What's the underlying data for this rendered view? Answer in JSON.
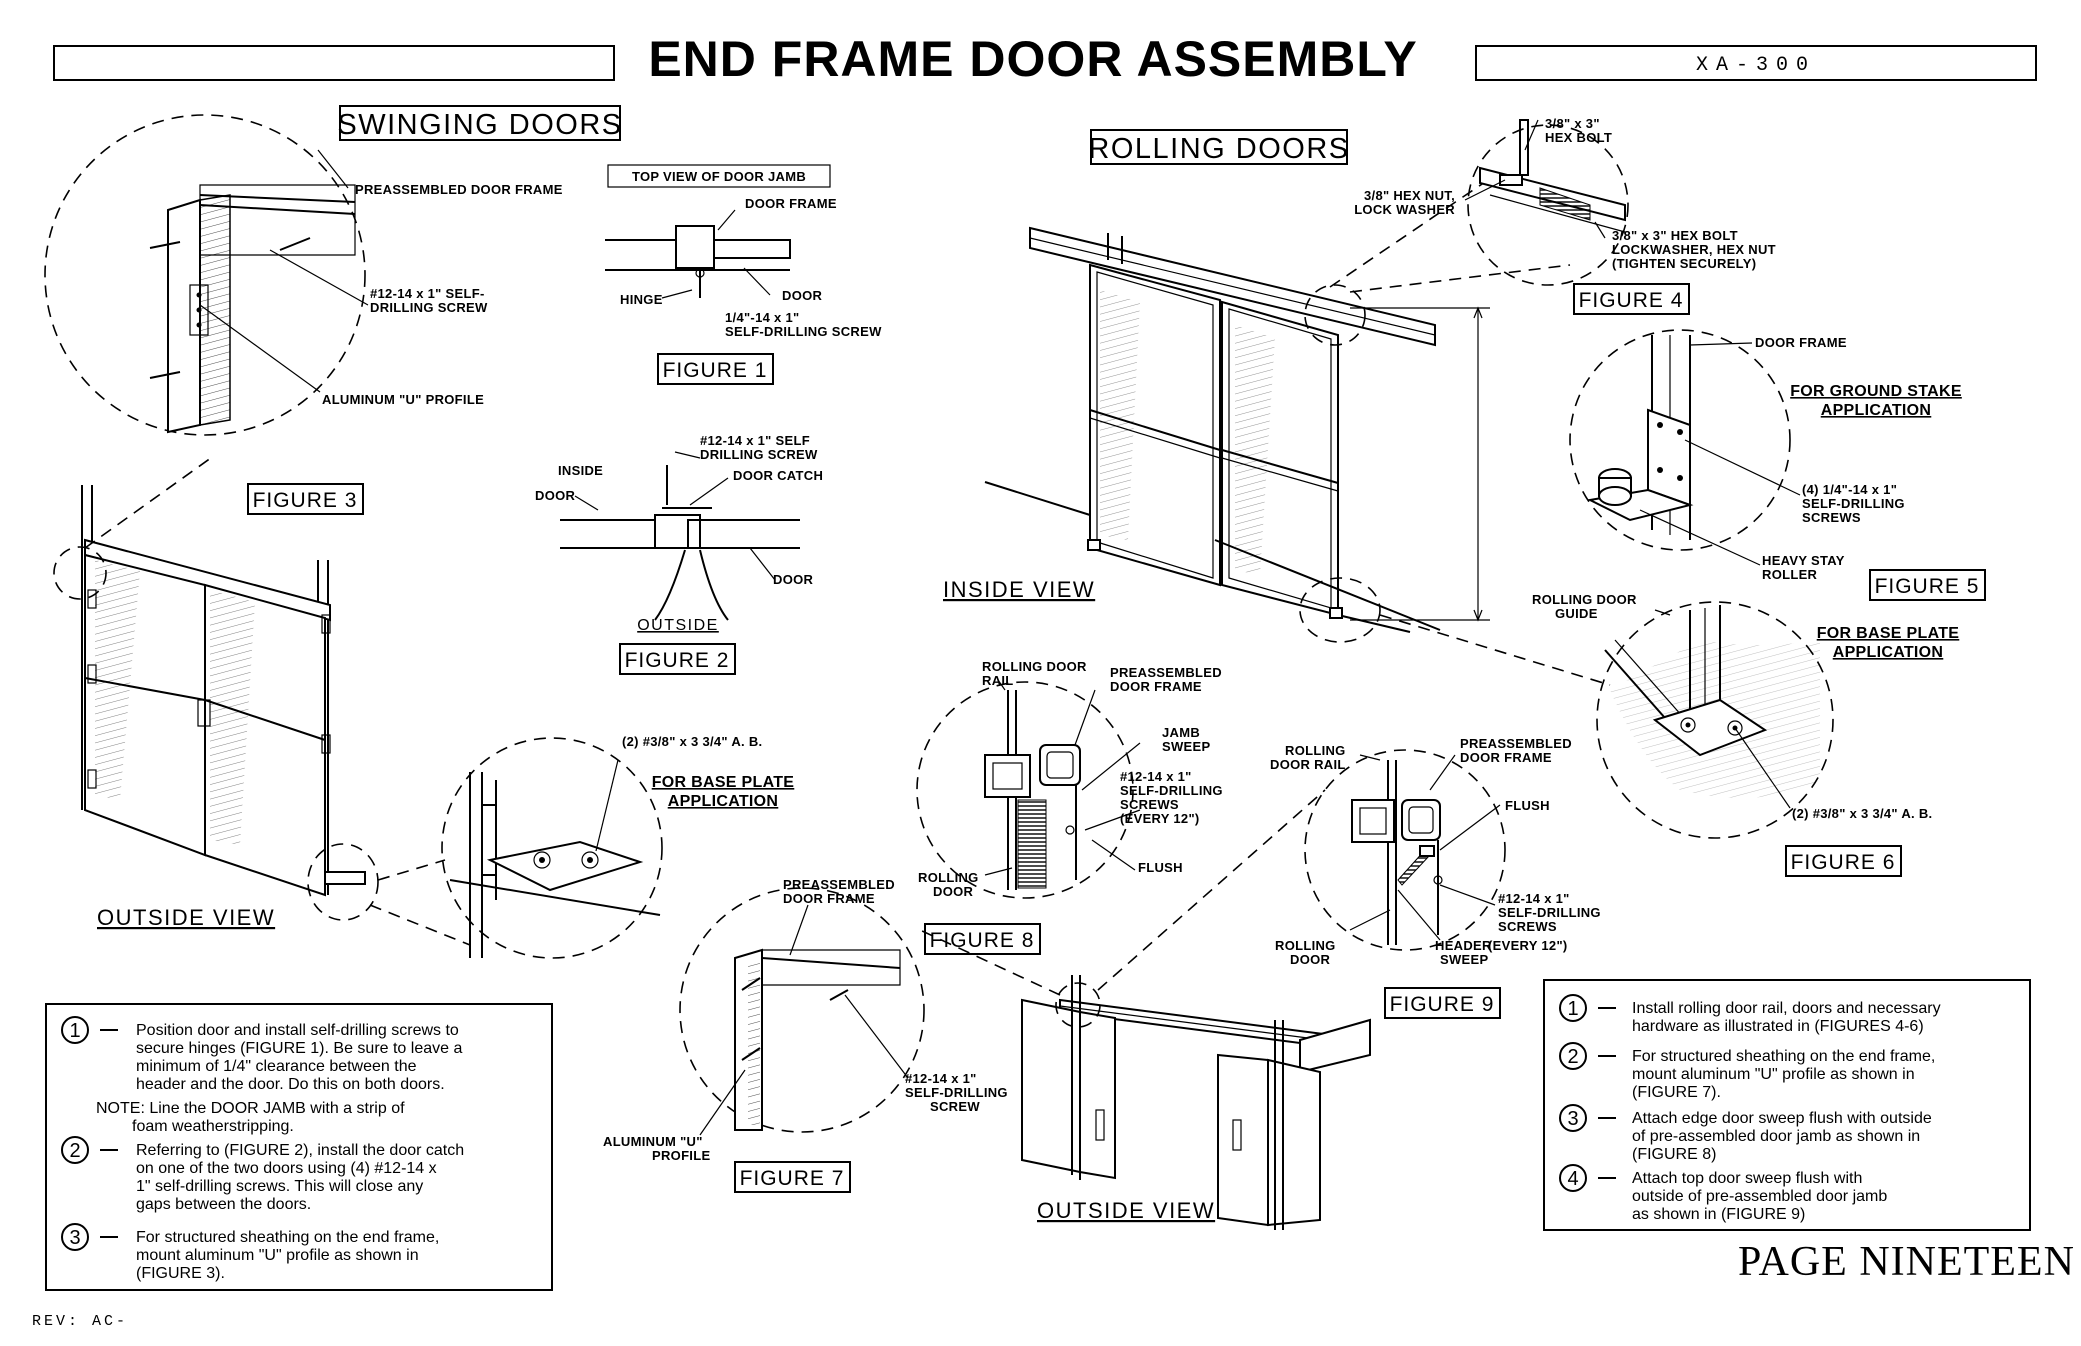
{
  "header": {
    "title": "END FRAME DOOR ASSEMBLY",
    "drawing_number": "XA-300"
  },
  "swinging": {
    "heading": "SWINGING DOORS",
    "fig3_detail": {
      "preassembled_frame": "PREASSEMBLED DOOR FRAME",
      "screw_line1": "#12-14 x 1\" SELF-",
      "screw_line2": "DRILLING SCREW",
      "u_profile": "ALUMINUM \"U\" PROFILE"
    },
    "fig1": {
      "title": "TOP VIEW OF DOOR JAMB",
      "door_frame": "DOOR FRAME",
      "hinge": "HINGE",
      "door": "DOOR",
      "screw_line1": "1/4\"-14 x 1\"",
      "screw_line2": "SELF-DRILLING SCREW",
      "label": "FIGURE 1"
    },
    "fig2": {
      "screw_line1": "#12-14 x 1\" SELF",
      "screw_line2": "DRILLING SCREW",
      "inside": "INSIDE",
      "door_catch": "DOOR CATCH",
      "door_left": "DOOR",
      "door_right": "DOOR",
      "outside": "OUTSIDE",
      "label": "FIGURE 2"
    },
    "fig3_label": "FIGURE 3",
    "outside_view": "OUTSIDE VIEW",
    "base_plate": {
      "bolt": "(2) #3/8\" x 3 3/4\" A. B.",
      "line1": "FOR BASE PLATE",
      "line2": "APPLICATION"
    },
    "notes": [
      {
        "num": "1",
        "lines": [
          "Position door and install self-drilling screws to",
          "secure hinges (FIGURE 1). Be sure to leave a",
          "minimum of 1/4\" clearance between the",
          "header and the door. Do this on both doors."
        ]
      },
      {
        "num": "2",
        "lines": [
          "Referring to (FIGURE 2), install the door catch",
          "on one of the two doors using (4) #12-14 x",
          "1\" self-drilling screws. This will close any",
          "gaps between the doors."
        ]
      },
      {
        "num": "3",
        "lines": [
          "For structured sheathing on the end frame,",
          "mount aluminum \"U\" profile as shown in",
          "(FIGURE 3)."
        ]
      }
    ],
    "note_extra_1": "NOTE: Line the DOOR JAMB with a strip of",
    "note_extra_2": "foam weatherstripping."
  },
  "fig7": {
    "preassembled_1": "PREASSEMBLED",
    "preassembled_2": "DOOR FRAME",
    "screw_1": "#12-14 x 1\"",
    "screw_2": "SELF-DRILLING",
    "screw_3": "SCREW",
    "u_1": "ALUMINUM \"U\"",
    "u_2": "PROFILE",
    "label": "FIGURE 7"
  },
  "fig8": {
    "rail_1": "ROLLING DOOR",
    "rail_2": "RAIL",
    "pre_1": "PREASSEMBLED",
    "pre_2": "DOOR FRAME",
    "jamb_1": "JAMB",
    "jamb_2": "SWEEP",
    "screw_1": "#12-14 x 1\"",
    "screw_2": "SELF-DRILLING",
    "screw_3": "SCREWS",
    "screw_4": "(EVERY 12\")",
    "rolling_1": "ROLLING",
    "rolling_2": "DOOR",
    "flush": "FLUSH",
    "label": "FIGURE 8"
  },
  "rolling": {
    "heading": "ROLLING DOORS",
    "inside_view": "INSIDE VIEW",
    "outside_view": "OUTSIDE VIEW",
    "fig4": {
      "bolt_top_1": "3/8\" x 3\"",
      "bolt_top_2": "HEX BOLT",
      "nut_1": "3/8\" HEX NUT,",
      "nut_2": "LOCK WASHER",
      "bolt_bot_1": "3/8\" x 3\" HEX BOLT",
      "bolt_bot_2": "LOCKWASHER, HEX NUT",
      "bolt_bot_3": "(TIGHTEN SECURELY)",
      "label": "FIGURE 4"
    },
    "fig5": {
      "door_frame": "DOOR FRAME",
      "app_1": "FOR GROUND STAKE",
      "app_2": "APPLICATION",
      "screws_1": "(4) 1/4\"-14 x 1\"",
      "screws_2": "SELF-DRILLING",
      "screws_3": "SCREWS",
      "roller_1": "HEAVY STAY",
      "roller_2": "ROLLER",
      "label": "FIGURE 5"
    },
    "fig6": {
      "guide_1": "ROLLING DOOR",
      "guide_2": "GUIDE",
      "app_1": "FOR BASE PLATE",
      "app_2": "APPLICATION",
      "bolt": "(2) #3/8\" x 3 3/4\" A. B.",
      "label": "FIGURE 6"
    },
    "fig9": {
      "rail_1": "ROLLING",
      "rail_2": "DOOR RAIL",
      "pre_1": "PREASSEMBLED",
      "pre_2": "DOOR FRAME",
      "flush": "FLUSH",
      "screw_1": "#12-14 x 1\"",
      "screw_2": "SELF-DRILLING",
      "screw_3": "SCREWS",
      "screw_4": "(EVERY 12\")",
      "rolling_1": "ROLLING",
      "rolling_2": "DOOR",
      "header_1": "HEADER",
      "header_2": "SWEEP",
      "label": "FIGURE 9"
    },
    "notes": [
      {
        "num": "1",
        "lines": [
          "Install rolling door rail, doors and necessary",
          "hardware as illustrated in (FIGURES 4-6)"
        ]
      },
      {
        "num": "2",
        "lines": [
          "For structured sheathing on the end frame,",
          "mount aluminum \"U\" profile as shown in",
          "(FIGURE 7)."
        ]
      },
      {
        "num": "3",
        "lines": [
          "Attach edge door sweep flush with outside",
          "of pre-assembled door jamb as shown in",
          "(FIGURE 8)"
        ]
      },
      {
        "num": "4",
        "lines": [
          "Attach top door sweep flush with",
          "outside of pre-assembled door jamb",
          "as shown in (FIGURE 9)"
        ]
      }
    ]
  },
  "footer": {
    "page": "PAGE NINETEEN",
    "rev": "REV: AC-"
  }
}
